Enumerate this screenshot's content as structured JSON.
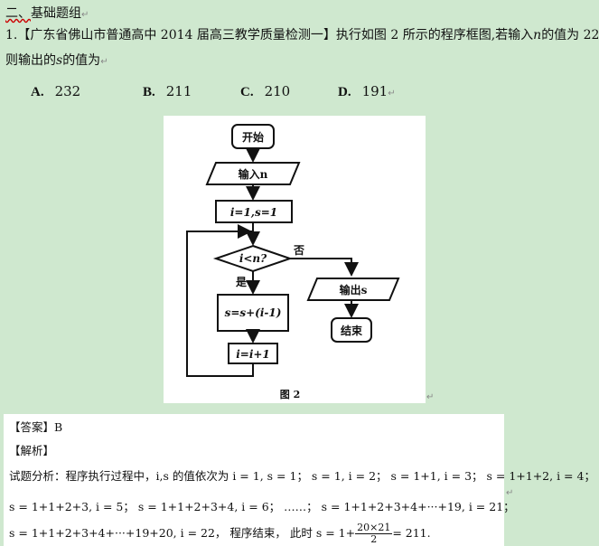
{
  "section": {
    "prefix": "二、",
    "title": "基础题组"
  },
  "question": {
    "number": "1.",
    "source": "【广东省佛山市普通高中 2014 届高三教学质量检测一】",
    "text_a": "执行如图 2 所示的程序框图,若输入",
    "var_n": "n",
    "text_b": "的值为 22",
    "line2_a": "则输出的",
    "var_s": "s",
    "line2_b": "的值为"
  },
  "options": [
    {
      "letter": "A.",
      "value": "232"
    },
    {
      "letter": "B.",
      "value": "211"
    },
    {
      "letter": "C.",
      "value": "210"
    },
    {
      "letter": "D.",
      "value": "191"
    }
  ],
  "flowchart": {
    "start": "开始",
    "input": "输入n",
    "init": "i=1,s=1",
    "condition": "i<n?",
    "no": "否",
    "yes": "是",
    "update_s": "s=s+(i-1)",
    "update_i": "i=i+1",
    "output": "输出s",
    "end": "结束",
    "caption": "图 2"
  },
  "answer": {
    "label": "【答案】",
    "value": "B",
    "analysis_label": "【解析】",
    "line1": "试题分析：程序执行过程中，i,s 的值依次为 i = 1, s = 1； s = 1, i = 2； s = 1+1, i = 3； s = 1+1+2, i = 4；",
    "line2": "s = 1+1+2+3, i = 5； s = 1+1+2+3+4, i = 6； ……； s = 1+1+2+3+4+···+19, i = 21；",
    "line3_a": "s = 1+1+2+3+4+···+19+20, i = 22， 程序结束， 此时 s = 1+",
    "frac_num": "20×21",
    "frac_den": "2",
    "line3_b": "= 211."
  },
  "marks": {
    "ret": "↵"
  }
}
